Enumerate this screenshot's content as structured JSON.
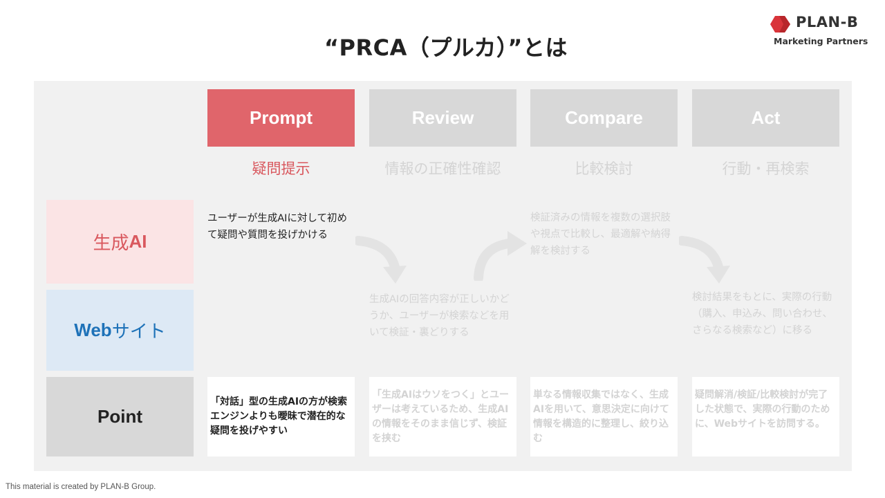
{
  "title": "“PRCA（プルカ）”とは",
  "logo": {
    "name": "PLAN-B",
    "sub": "Marketing Partners",
    "brand_color": "#d9343a"
  },
  "columns": [
    {
      "head": "Prompt",
      "sub": "疑問提示",
      "state": "active",
      "desc": "ユーザーが生成AIに対して初めて疑問や質問を投げかける",
      "point": "「対話」型の生成AIの方が検索エンジンよりも曖昧で潜在的な疑問を投げやすい"
    },
    {
      "head": "Review",
      "sub": "情報の正確性確認",
      "state": "inactive",
      "desc": "生成AIの回答内容が正しいかどうか、ユーザーが検索などを用いて検証・裏どりする",
      "point": "「生成AIはウソをつく」とユーザーは考えているため、生成AIの情報をそのまま信じず、検証を挟む"
    },
    {
      "head": "Compare",
      "sub": "比較検討",
      "state": "inactive",
      "desc": "検証済みの情報を複数の選択肢や視点で比較し、最適解や納得解を検討する",
      "point": "単なる情報収集ではなく、生成AIを用いて、意思決定に向けて情報を構造的に整理し、絞り込む"
    },
    {
      "head": "Act",
      "sub": "行動・再検索",
      "state": "inactive",
      "desc": "検討結果をもとに、実際の行動（購入、申込み、問い合わせ、さらなる検索など）に移る",
      "point": "疑問解消/検証/比較検討が完了した状態で、実際の行動のために、Webサイトを訪問する。"
    }
  ],
  "rows": {
    "ai": {
      "pre": "生成",
      "bold": "AI"
    },
    "web": {
      "bold": "Web",
      "post": "サイト"
    },
    "point": "Point"
  },
  "colors": {
    "accent": "#e0656b",
    "ai_bg": "#fbe4e5",
    "web_bg": "#dde9f5",
    "web_text": "#1e72b8"
  },
  "footer": "This material is created by PLAN-B Group."
}
